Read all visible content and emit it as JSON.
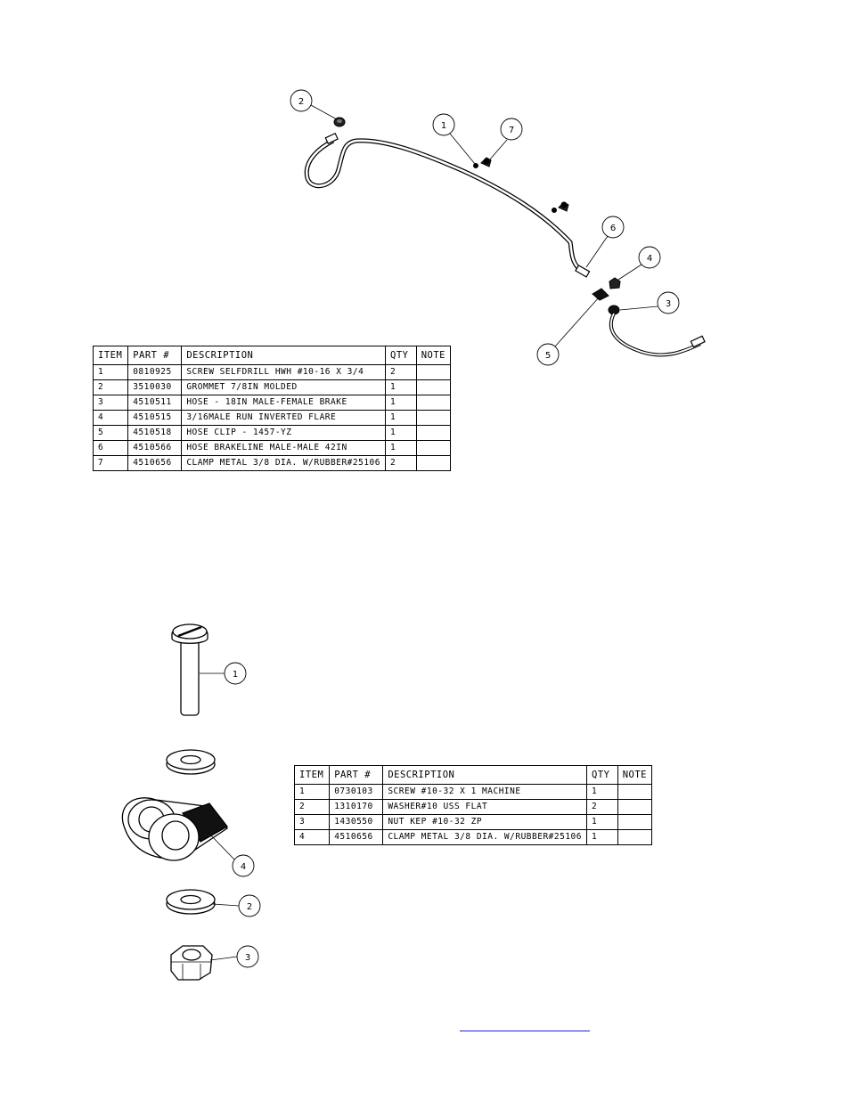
{
  "diagram1": {
    "callouts": [
      "2",
      "1",
      "7",
      "6",
      "4",
      "3",
      "5"
    ]
  },
  "table1": {
    "headers": [
      "ITEM",
      "PART #",
      "DESCRIPTION",
      "QTY",
      "NOTE"
    ],
    "rows": [
      [
        "1",
        "0810925",
        "SCREW SELFDRILL HWH #10-16 X 3/4",
        "2",
        ""
      ],
      [
        "2",
        "3510030",
        "GROMMET  7/8IN MOLDED",
        "1",
        ""
      ],
      [
        "3",
        "4510511",
        "HOSE - 18IN MALE-FEMALE BRAKE",
        "1",
        ""
      ],
      [
        "4",
        "4510515",
        "3/16MALE RUN INVERTED FLARE",
        "1",
        ""
      ],
      [
        "5",
        "4510518",
        "HOSE CLIP - 1457-YZ",
        "1",
        ""
      ],
      [
        "6",
        "4510566",
        "HOSE BRAKELINE MALE-MALE 42IN",
        "1",
        ""
      ],
      [
        "7",
        "4510656",
        "CLAMP METAL 3/8 DIA. W/RUBBER#25106",
        "2",
        ""
      ]
    ]
  },
  "diagram2": {
    "callouts": [
      "1",
      "4",
      "2",
      "3"
    ]
  },
  "table2": {
    "headers": [
      "ITEM",
      "PART #",
      "DESCRIPTION",
      "QTY",
      "NOTE"
    ],
    "rows": [
      [
        "1",
        "0730103",
        "SCREW #10-32 X 1 MACHINE",
        "1",
        ""
      ],
      [
        "2",
        "1310170",
        "WASHER#10 USS FLAT",
        "2",
        ""
      ],
      [
        "3",
        "1430550",
        "NUT KEP #10-32 ZP",
        "1",
        ""
      ],
      [
        "4",
        "4510656",
        "CLAMP METAL 3/8 DIA. W/RUBBER#25106",
        "1",
        ""
      ]
    ]
  },
  "colors": {
    "link": "#1a1aff",
    "ink": "#000000"
  }
}
